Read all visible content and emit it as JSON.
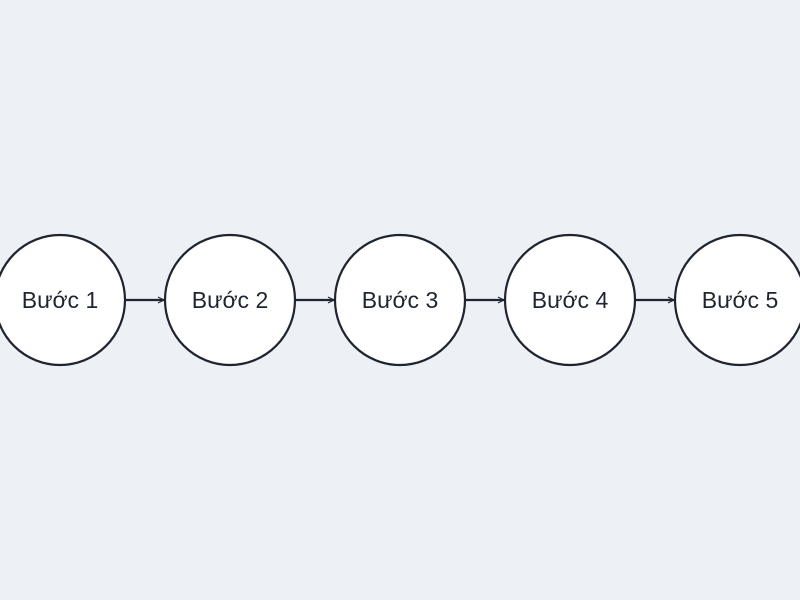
{
  "diagram": {
    "type": "linear-flow",
    "steps": [
      {
        "label": "Bước 1"
      },
      {
        "label": "Bước 2"
      },
      {
        "label": "Bước 3"
      },
      {
        "label": "Bước 4"
      },
      {
        "label": "Bước 5"
      }
    ],
    "colors": {
      "background": "#edf0f4",
      "node_fill": "#ffffff",
      "node_stroke": "#1f2530",
      "arrow": "#1f2530",
      "text": "#1f2530"
    }
  }
}
